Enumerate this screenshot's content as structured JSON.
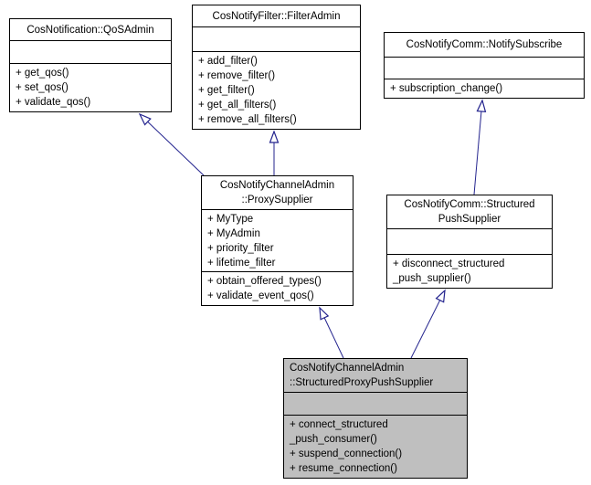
{
  "colors": {
    "arrow": "#23238e",
    "box_border": "#000000",
    "box_fill": "#ffffff",
    "highlight_fill": "#bfbfbf",
    "text": "#000000",
    "background": "#ffffff"
  },
  "classes": {
    "qos_admin": {
      "title": [
        "CosNotification::QoSAdmin"
      ],
      "attributes": [],
      "methods": [
        "+ get_qos()",
        "+ set_qos()",
        "+ validate_qos()"
      ]
    },
    "filter_admin": {
      "title": [
        "CosNotifyFilter::FilterAdmin"
      ],
      "attributes": [],
      "methods": [
        "+ add_filter()",
        "+ remove_filter()",
        "+ get_filter()",
        "+ get_all_filters()",
        "+ remove_all_filters()"
      ]
    },
    "notify_subscribe": {
      "title": [
        "CosNotifyComm::NotifySubscribe"
      ],
      "attributes": [],
      "methods": [
        "+ subscription_change()"
      ]
    },
    "proxy_supplier": {
      "title": [
        "CosNotifyChannelAdmin",
        "::ProxySupplier"
      ],
      "attributes": [
        "+ MyType",
        "+ MyAdmin",
        "+ priority_filter",
        "+ lifetime_filter"
      ],
      "methods": [
        "+ obtain_offered_types()",
        "+ validate_event_qos()"
      ]
    },
    "structured_push_supplier": {
      "title": [
        "CosNotifyComm::Structured",
        "PushSupplier"
      ],
      "attributes": [],
      "methods": [
        "+ disconnect_structured",
        "_push_supplier()"
      ]
    },
    "structured_proxy_push_supplier": {
      "title": [
        "CosNotifyChannelAdmin",
        "::StructuredProxyPushSupplier"
      ],
      "attributes": [],
      "methods": [
        "+ connect_structured",
        "_push_consumer()",
        "+ suspend_connection()",
        "+ resume_connection()"
      ]
    }
  },
  "edges": [
    {
      "from": "CosNotifyChannelAdmin::ProxySupplier",
      "to": "CosNotification::QoSAdmin",
      "type": "inheritance"
    },
    {
      "from": "CosNotifyChannelAdmin::ProxySupplier",
      "to": "CosNotifyFilter::FilterAdmin",
      "type": "inheritance"
    },
    {
      "from": "CosNotifyComm::StructuredPushSupplier",
      "to": "CosNotifyComm::NotifySubscribe",
      "type": "inheritance"
    },
    {
      "from": "CosNotifyChannelAdmin::StructuredProxyPushSupplier",
      "to": "CosNotifyChannelAdmin::ProxySupplier",
      "type": "inheritance"
    },
    {
      "from": "CosNotifyChannelAdmin::StructuredProxyPushSupplier",
      "to": "CosNotifyComm::StructuredPushSupplier",
      "type": "inheritance"
    }
  ]
}
